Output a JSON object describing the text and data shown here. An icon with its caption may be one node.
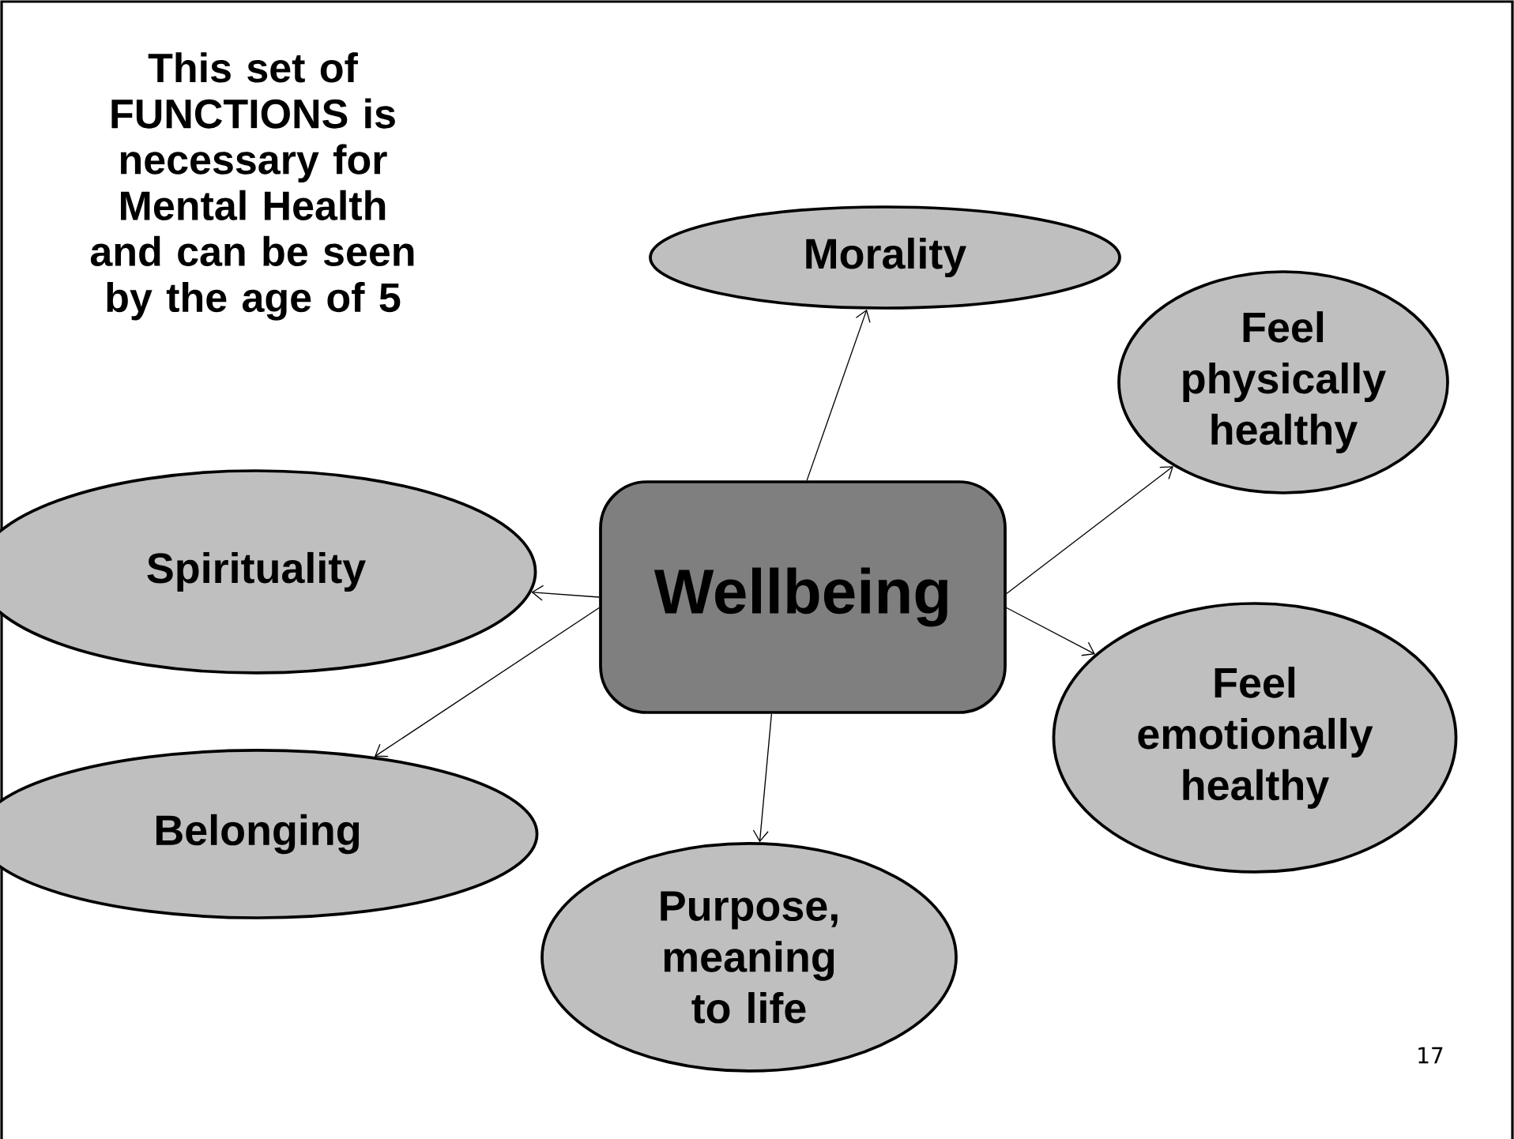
{
  "diagram": {
    "nodes": [
      {
        "text": [
          "Wellbeing"
        ]
      },
      {
        "text": [
          "Morality"
        ]
      },
      {
        "text": [
          "Feel physically healthy"
        ]
      },
      {
        "text": [
          "Spirituality"
        ]
      },
      {
        "text": [
          "Feel emotionally healthy"
        ]
      },
      {
        "text": [
          "Belonging"
        ]
      },
      {
        "text": [
          "Purpose, meaning to life"
        ]
      }
    ],
    "edges": [
      {
        "from": 0,
        "to": 1,
        "arrow": "to"
      },
      {
        "from": 0,
        "to": 2,
        "arrow": "to"
      },
      {
        "from": 0,
        "to": 3,
        "arrow": "to"
      },
      {
        "from": 0,
        "to": 4,
        "arrow": "to"
      },
      {
        "from": 0,
        "to": 5,
        "arrow": "to"
      },
      {
        "from": 0,
        "to": 6,
        "arrow": "to"
      }
    ],
    "labels": [
      "This set of FUNCTIONS is necessary for Mental Health and can be seen by the age of 5",
      "17"
    ]
  }
}
